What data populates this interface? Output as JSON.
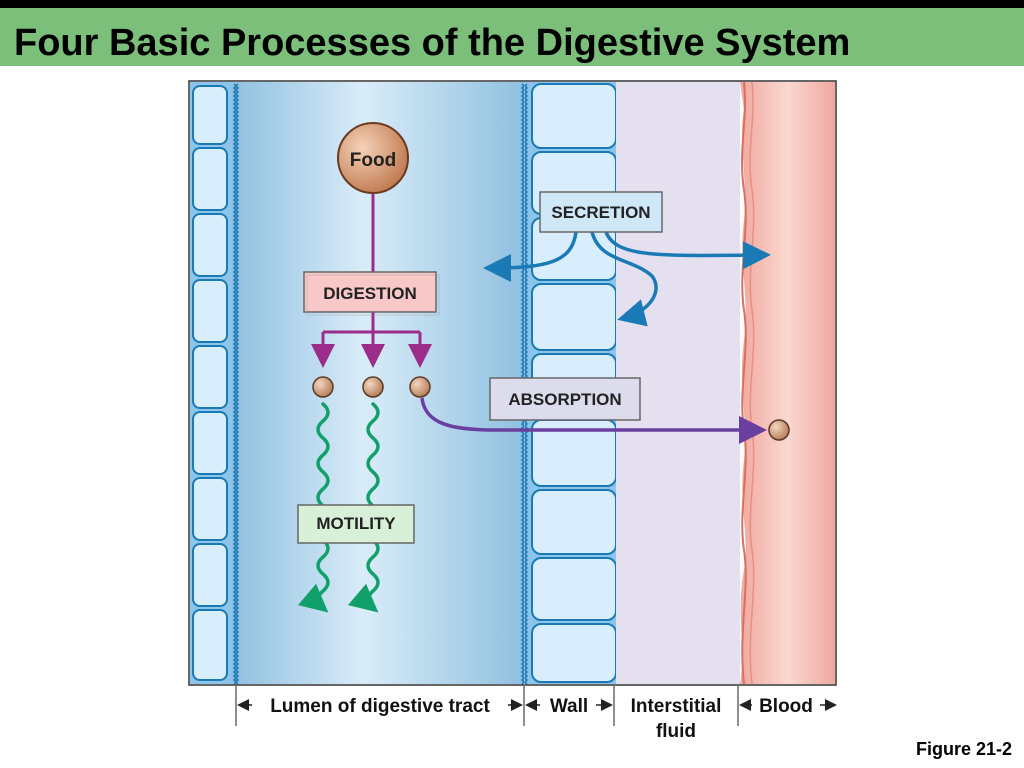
{
  "title": "Four Basic Processes of the Digestive System",
  "figure_caption": "Figure 21-2",
  "diagram": {
    "food_label": "Food",
    "processes": {
      "digestion": "DIGESTION",
      "secretion": "SECRETION",
      "absorption": "ABSORPTION",
      "motility": "MOTILITY"
    },
    "regions": {
      "lumen": "Lumen of digestive tract",
      "wall": "Wall",
      "interstitial_line1": "Interstitial",
      "interstitial_line2": "fluid",
      "blood": "Blood"
    },
    "colors": {
      "title_bar": "#7bbf7b",
      "digestion_arrow": "#9b2c8a",
      "secretion_arrow": "#1a7ab5",
      "absorption_arrow": "#6b3fa0",
      "motility_arrow": "#12a06a",
      "digestion_box": "#f8c8c8",
      "secretion_box": "#cfe8f8",
      "absorption_box": "#dcdcec",
      "motility_box": "#d8f0d8"
    }
  }
}
